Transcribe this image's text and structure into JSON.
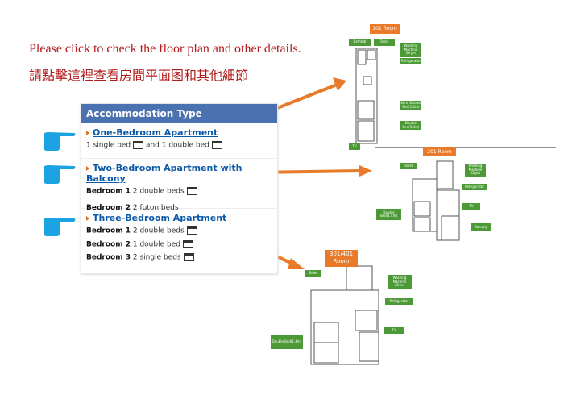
{
  "intro": {
    "en": "Please click to check the floor plan and other details.",
    "zh": "請點擊這裡查看房間平面图和其他細節"
  },
  "table": {
    "header": "Accommodation Type",
    "rooms": [
      {
        "title": "One-Bedroom Apartment",
        "desc_a": "1 single bed",
        "desc_b": "and 1 double bed"
      },
      {
        "title": "Two-Bedroom Apartment with Balcony",
        "beds": [
          {
            "label": "Bedroom 1",
            "value": "2 double beds"
          },
          {
            "label": "Bedroom 2",
            "value": "2 futon beds"
          }
        ]
      },
      {
        "title": "Three-Bedroom Apartment",
        "beds": [
          {
            "label": "Bedroom 1",
            "value": "2 double beds"
          },
          {
            "label": "Bedroom 2",
            "value": "1 double bed"
          },
          {
            "label": "Bedroom 3",
            "value": "2 single beds"
          }
        ]
      }
    ]
  },
  "plans": {
    "p101": {
      "title": "101 Room",
      "labels": [
        "Bathtub",
        "Toilet",
        "Washing Machine /Dryer",
        "Refrigerator",
        "Semi Double Bed(1.2m)",
        "Double Bed(1.4m)",
        "TV"
      ]
    },
    "p201": {
      "title": "201 Room",
      "labels": [
        "Toilet",
        "Washing Machine /Dryer",
        "Refrigerator",
        "TV",
        "Double Bed(1.4m)",
        "Balcony"
      ]
    },
    "p301": {
      "title": "301/401 Room",
      "labels": [
        "Toilet",
        "Washing Machine /Dryer",
        "Refrigerator",
        "TV",
        "Double Bed(1.4m)"
      ]
    }
  },
  "colors": {
    "header": "#4a72b0",
    "link": "#0b5aa8",
    "arrow": "#e87a2a",
    "label": "#4c9a36",
    "hand": "#1aa3e0"
  }
}
